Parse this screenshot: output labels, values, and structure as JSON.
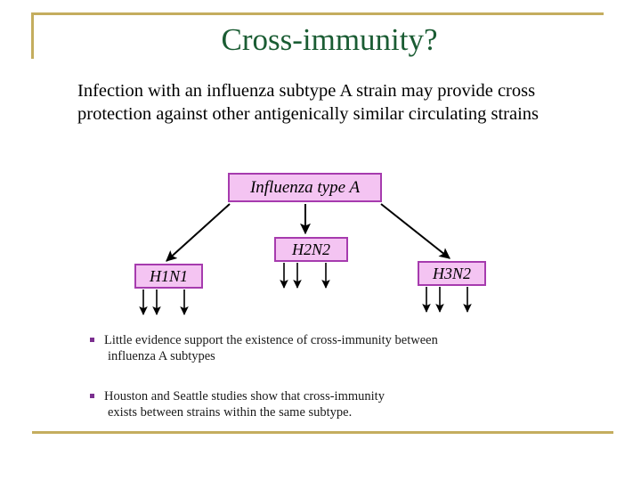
{
  "slide": {
    "title": "Cross-immunity?",
    "title_color": "#1a5c33",
    "accent_rule_color": "#c4ad5e",
    "background_color": "#ffffff",
    "intro_paragraph": "Infection with an influenza subtype A strain may provide cross protection against other antigenically similar circulating strains"
  },
  "diagram": {
    "node_fill_color": "#f4c4f2",
    "node_border_color": "#a63bae",
    "arrow_color": "#000000",
    "root": {
      "label": "Influenza  type A"
    },
    "children": [
      {
        "id": "h1n1",
        "label": "H1N1",
        "sub_arrow_count": 3
      },
      {
        "id": "h2n2",
        "label": "H2N2",
        "sub_arrow_count": 3
      },
      {
        "id": "h3n2",
        "label": "H3N2",
        "sub_arrow_count": 3
      }
    ]
  },
  "bullets": {
    "marker_color": "#7b2f8f",
    "items": [
      {
        "line1": "Little evidence support the existence of cross-immunity  between",
        "line2": "influenza A subtypes"
      },
      {
        "line1": "Houston and Seattle studies show that cross-immunity",
        "line2": "exists between strains within the same subtype."
      }
    ]
  }
}
